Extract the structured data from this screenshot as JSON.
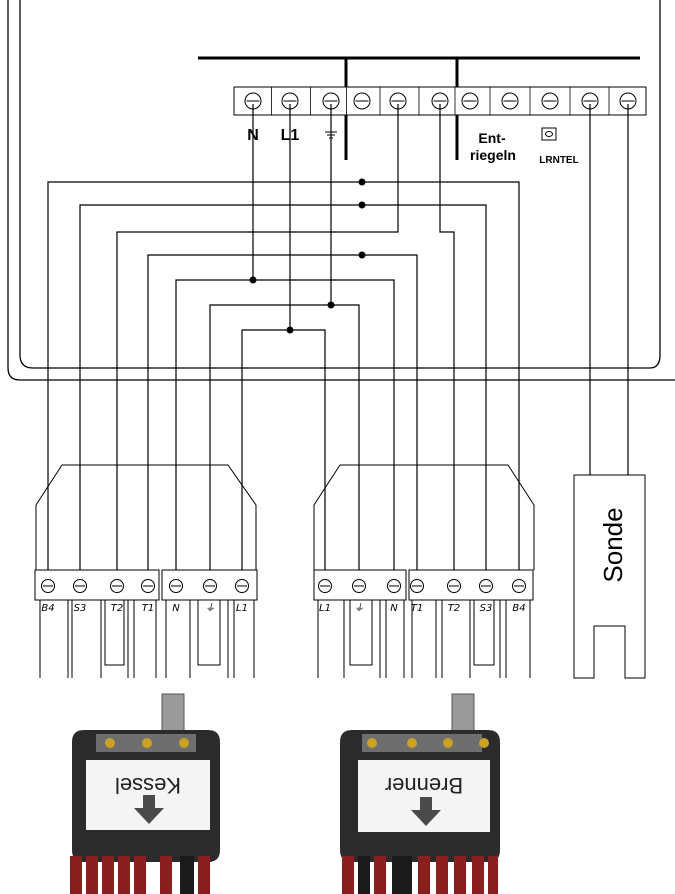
{
  "top_terminals": {
    "n": "N",
    "l1": "L1",
    "entriegeln_line1": "Ent-",
    "entriegeln_line2": "riegeln",
    "lrntel": "LRNTEL"
  },
  "kessel_connector": {
    "labels": [
      "B4",
      "S3",
      "T2",
      "T1",
      "N",
      "⏚",
      "L1"
    ],
    "photo_label": "Kessel"
  },
  "brenner_connector": {
    "labels": [
      "L1",
      "⏚",
      "N",
      "T1",
      "T2",
      "S3",
      "B4"
    ],
    "photo_label": "Brenner"
  },
  "sonde": {
    "label": "Sonde"
  },
  "colors": {
    "line": "#000000",
    "plug_body": "#2b2b2b",
    "plug_pins": "#8a1f1f",
    "cable": "#9a9a9a"
  }
}
